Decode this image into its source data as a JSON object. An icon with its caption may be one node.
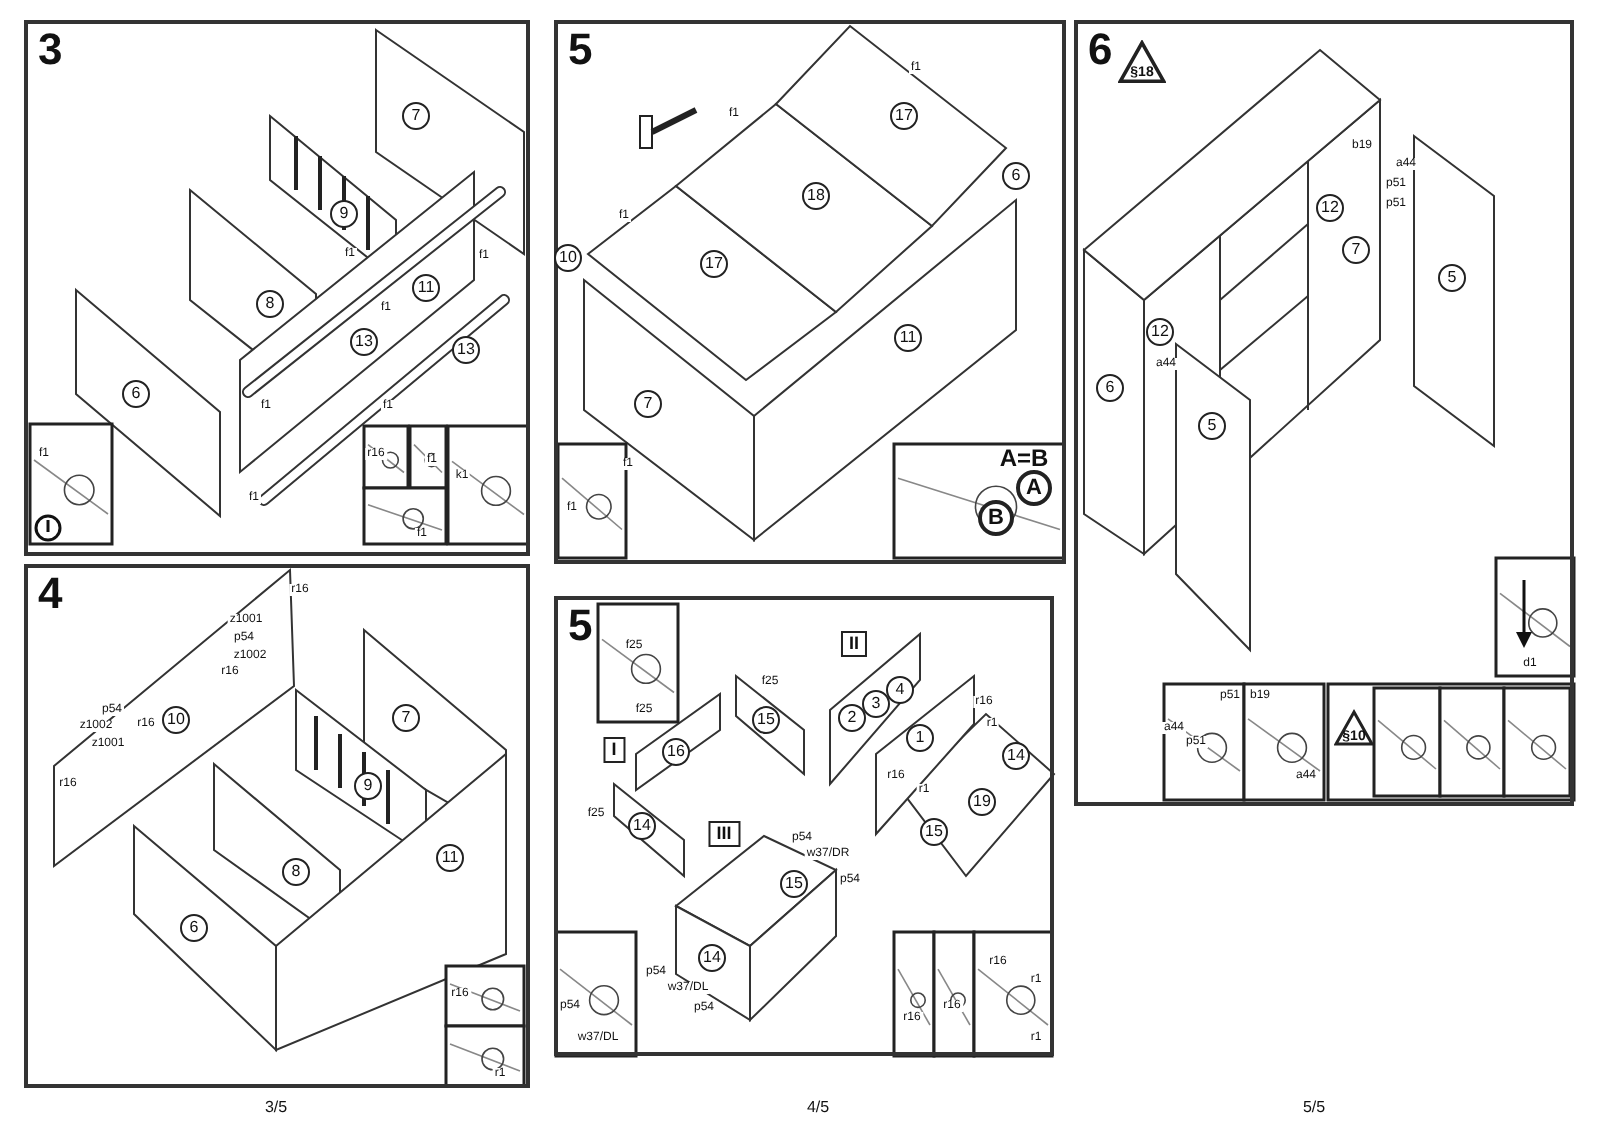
{
  "diagram": {
    "nodes": [
      {
        "text": [
          "3"
        ]
      },
      {
        "text": [
          "5"
        ]
      },
      {
        "text": [
          "6"
        ]
      },
      {
        "text": [
          "§18"
        ],
        "in": 2
      },
      {
        "text": [
          "§10"
        ],
        "in": 2
      },
      {
        "text": [
          "4"
        ]
      },
      {
        "text": [
          "5"
        ]
      }
    ],
    "labels": [
      "7",
      "9",
      "8",
      "f1",
      "f1",
      "11",
      "f1",
      "13",
      "13",
      "6",
      "f1",
      "f1",
      "f1",
      "f1",
      "r16",
      "f1",
      "f1",
      "k1",
      "f1",
      "f1",
      "17",
      "18",
      "6",
      "f1",
      "17",
      "10",
      "11",
      "7",
      "f1",
      "f1",
      "A=B",
      "A",
      "B",
      "b19",
      "a44",
      "p51",
      "p51",
      "12",
      "7",
      "5",
      "12",
      "a44",
      "6",
      "5",
      "d1",
      "p51",
      "a44",
      "p51",
      "b19",
      "a44",
      "r16",
      "z1001",
      "p54",
      "z1002",
      "r16",
      "p54",
      "z1002",
      "r16",
      "z1001",
      "10",
      "7",
      "r16",
      "9",
      "11",
      "8",
      "6",
      "r16",
      "r1",
      "3/5",
      "f25",
      "f25",
      "f25",
      "I",
      "16",
      "15",
      "f25",
      "14",
      "II",
      "4",
      "3",
      "2",
      "1",
      "r16",
      "r1",
      "14",
      "r16",
      "r1",
      "19",
      "15",
      "III",
      "p54",
      "w37/DR",
      "p54",
      "15",
      "14",
      "p54",
      "w37/DL",
      "p54",
      "p54",
      "w37/DL",
      "r16",
      "r16",
      "r16",
      "r1",
      "r1",
      "4/5",
      "5/5"
    ]
  }
}
